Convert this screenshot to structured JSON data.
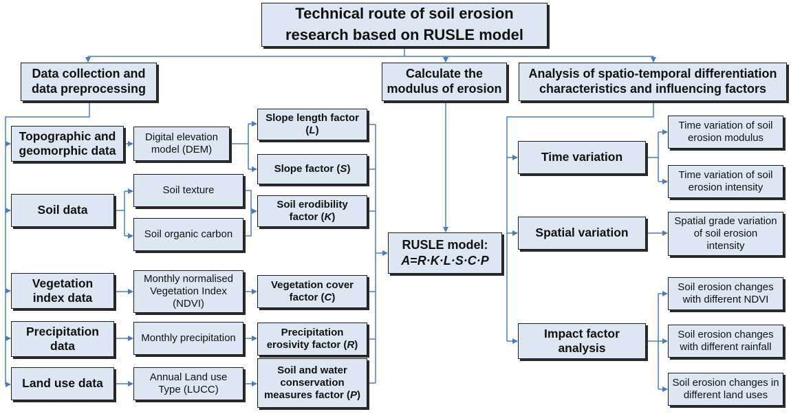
{
  "diagram": {
    "title": [
      "Technical route of soil erosion",
      "research based on RUSLE model"
    ],
    "top_categories": {
      "data_collection": [
        "Data collection and",
        "data preprocessing"
      ],
      "calculate": [
        "Calculate the",
        "modulus of erosion"
      ],
      "analysis": [
        "Analysis of spatio-temporal differentiation",
        "characteristics and influencing factors"
      ]
    },
    "data_sources": {
      "topographic": [
        "Topographic and",
        "geomorphic data"
      ],
      "soil": [
        "Soil data"
      ],
      "vegetation": [
        "Vegetation",
        "index data"
      ],
      "precipitation": [
        "Precipitation",
        "data"
      ],
      "landuse": [
        "Land use data"
      ]
    },
    "processed_data": {
      "dem": [
        "Digital elevation",
        "model (DEM)"
      ],
      "texture": [
        "Soil texture"
      ],
      "carbon": [
        "Soil organic carbon"
      ],
      "ndvi": [
        "Monthly normalised",
        "Vegetation Index",
        "(NDVI)"
      ],
      "monthly_precip": [
        "Monthly precipitation"
      ],
      "lucc": [
        "Annual Land use",
        "Type (LUCC)"
      ]
    },
    "factors": {
      "L": {
        "lines": [
          "Slope length factor"
        ],
        "symbol": "L"
      },
      "S": {
        "lines": [
          "Slope factor"
        ],
        "symbol": "S"
      },
      "K": {
        "lines": [
          "Soil erodibility",
          "factor"
        ],
        "symbol": "K"
      },
      "C": {
        "lines": [
          "Vegetation cover",
          "factor"
        ],
        "symbol": "C"
      },
      "R": {
        "lines": [
          "Precipitation",
          "erosivity factor"
        ],
        "symbol": "R"
      },
      "P": {
        "lines": [
          "Soil and water",
          "conservation",
          "measures factor"
        ],
        "symbol": "P"
      }
    },
    "model": {
      "label": "RUSLE model:",
      "lhs": "A",
      "equals": "=",
      "rhs": "R·K·L·S·C·P"
    },
    "analysis_types": {
      "time": [
        "Time variation"
      ],
      "spatial": [
        "Spatial variation"
      ],
      "impact": [
        "Impact factor",
        "analysis"
      ]
    },
    "outcomes": {
      "time_modulus": [
        "Time variation of soil",
        "erosion modulus"
      ],
      "time_intensity": [
        "Time variation of soil",
        "erosion intensity"
      ],
      "spatial_grade": [
        "Spatial grade variation",
        "of soil erosion",
        "intensity"
      ],
      "ndvi_changes": [
        "Soil erosion changes",
        "with different NDVI"
      ],
      "rainfall_changes": [
        "Soil erosion changes",
        "with different rainfall"
      ],
      "landuse_changes": [
        "Soil erosion changes in",
        "different land uses"
      ]
    },
    "colors": {
      "box_fill": "#dde7f3",
      "box_border": "#1c1c1c",
      "connector": "#4a7cc2",
      "text": "#111111"
    }
  }
}
